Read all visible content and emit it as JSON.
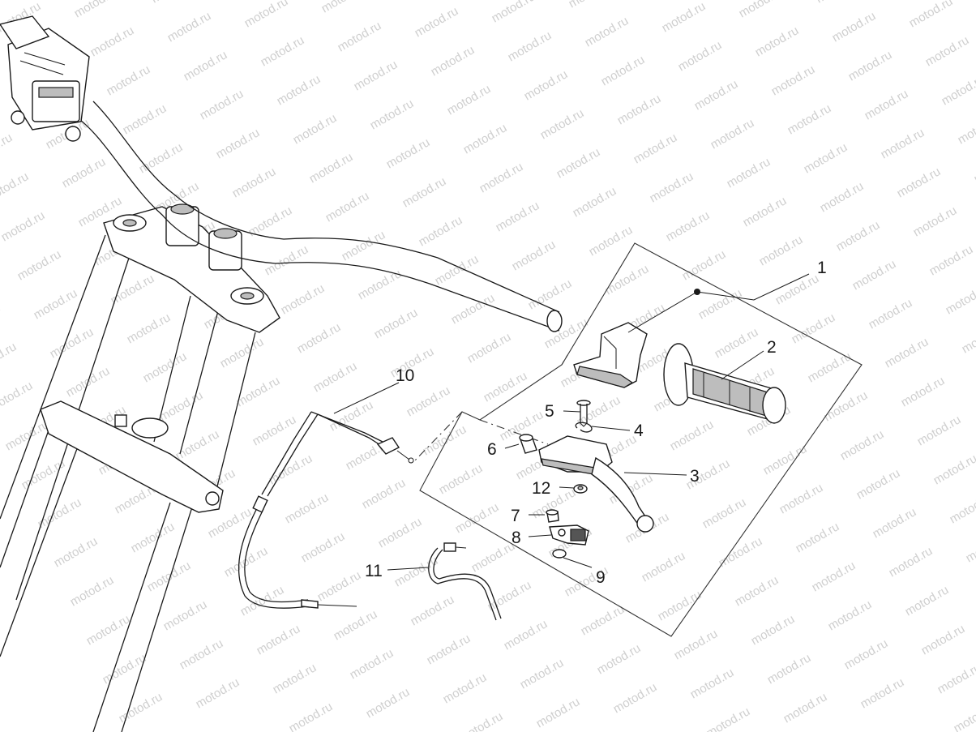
{
  "watermark": "motod.ru",
  "callouts": [
    {
      "id": "1",
      "text": "1"
    },
    {
      "id": "2",
      "text": "2"
    },
    {
      "id": "3",
      "text": "3"
    },
    {
      "id": "4",
      "text": "4"
    },
    {
      "id": "5",
      "text": "5"
    },
    {
      "id": "6",
      "text": "6"
    },
    {
      "id": "7",
      "text": "7"
    },
    {
      "id": "8",
      "text": "8"
    },
    {
      "id": "9",
      "text": "9"
    },
    {
      "id": "10",
      "text": "10"
    },
    {
      "id": "11",
      "text": "11"
    },
    {
      "id": "12",
      "text": "12"
    }
  ]
}
